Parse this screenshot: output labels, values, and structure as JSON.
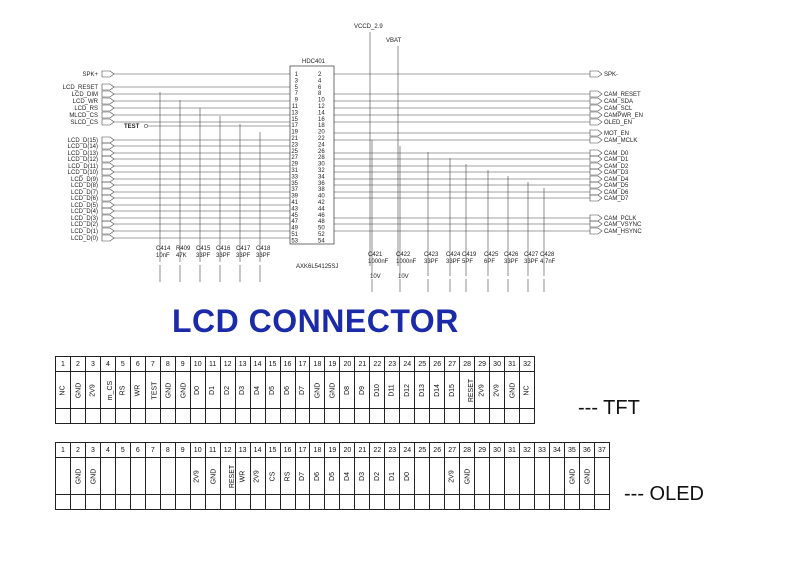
{
  "schematic": {
    "connector": {
      "ref": "HDC401",
      "part": "AXK6L54125SJ"
    },
    "rails": [
      "VCCD_2.9",
      "VBAT"
    ],
    "test_label": "TEST",
    "left_nets": [
      "SPK+",
      "LCD_RESET",
      "LCD_DIM",
      "LCD_WR",
      "LCD_RS",
      "MLCD_CS",
      "SLCD_CS",
      "LCD_D(15)",
      "LCD_D(14)",
      "LCD_D(13)",
      "LCD_D(12)",
      "LCD_D(11)",
      "LCD_D(10)",
      "LCD_D(9)",
      "LCD_D(8)",
      "LCD_D(7)",
      "LCD_D(6)",
      "LCD_D(5)",
      "LCD_D(4)",
      "LCD_D(3)",
      "LCD_D(2)",
      "LCD_D(1)",
      "LCD_D(0)"
    ],
    "right_nets": [
      "SPK-",
      "CAM_RESET",
      "CAM_SDA",
      "CAM_SCL",
      "CAMPWR_EN",
      "OLED_EN",
      "MOT_EN",
      "CAM_MCLK",
      "CAM_D0",
      "CAM_D1",
      "CAM_D2",
      "CAM_D3",
      "CAM_D4",
      "CAM_D5",
      "CAM_D6",
      "CAM_D7",
      "CAM_PCLK",
      "CAM_VSYNC",
      "CAM_HSYNC"
    ],
    "left_pins": [
      "1",
      "3",
      "5",
      "7",
      "9",
      "11",
      "13",
      "15",
      "17",
      "19",
      "21",
      "23",
      "25",
      "27",
      "29",
      "31",
      "33",
      "35",
      "37",
      "39",
      "41",
      "43",
      "45",
      "47",
      "49",
      "51",
      "53"
    ],
    "right_pins": [
      "2",
      "4",
      "6",
      "8",
      "10",
      "12",
      "14",
      "16",
      "18",
      "20",
      "22",
      "24",
      "26",
      "28",
      "30",
      "32",
      "34",
      "36",
      "38",
      "40",
      "42",
      "44",
      "46",
      "48",
      "50",
      "52",
      "54"
    ],
    "components_left": [
      {
        "ref": "C414",
        "value": "10nF"
      },
      {
        "ref": "R409",
        "value": "47K"
      },
      {
        "ref": "C415",
        "value": "33PF"
      },
      {
        "ref": "C416",
        "value": "33PF"
      },
      {
        "ref": "C417",
        "value": "33PF"
      },
      {
        "ref": "C418",
        "value": "33PF"
      }
    ],
    "components_right": [
      {
        "ref": "C421",
        "value": "1000nF",
        "rating": "10V"
      },
      {
        "ref": "C422",
        "value": "1000nF",
        "rating": "10V"
      },
      {
        "ref": "C423",
        "value": "33PF"
      },
      {
        "ref": "C424",
        "value": "33PF"
      },
      {
        "ref": "C419",
        "value": "5PF"
      },
      {
        "ref": "C425",
        "value": "6PF"
      },
      {
        "ref": "C426",
        "value": "33PF"
      },
      {
        "ref": "C427",
        "value": "33PF"
      },
      {
        "ref": "C428",
        "value": "4.7nF"
      }
    ]
  },
  "title": "LCD CONNECTOR",
  "tft": {
    "label": "---  TFT",
    "pins": [
      "1",
      "2",
      "3",
      "4",
      "5",
      "6",
      "7",
      "8",
      "9",
      "10",
      "11",
      "12",
      "13",
      "14",
      "15",
      "16",
      "17",
      "18",
      "19",
      "20",
      "21",
      "22",
      "23",
      "24",
      "25",
      "26",
      "27",
      "28",
      "29",
      "30",
      "31",
      "32"
    ],
    "signals": [
      "NC",
      "GND",
      "2V9",
      "m_CS",
      "RS",
      "WR",
      "TEST",
      "GND",
      "GND",
      "D0",
      "D1",
      "D2",
      "D3",
      "D4",
      "D5",
      "D6",
      "D7",
      "GND",
      "GND",
      "D8",
      "D9",
      "D10",
      "D11",
      "D12",
      "D13",
      "D14",
      "D15",
      "RESET",
      "2V9",
      "2V9",
      "GND",
      "NC"
    ]
  },
  "oled": {
    "label": "--- OLED",
    "pins": [
      "1",
      "2",
      "3",
      "4",
      "5",
      "6",
      "7",
      "8",
      "9",
      "10",
      "11",
      "12",
      "13",
      "14",
      "15",
      "16",
      "17",
      "18",
      "19",
      "20",
      "21",
      "22",
      "23",
      "24",
      "25",
      "26",
      "27",
      "28",
      "29",
      "30",
      "31",
      "32",
      "33",
      "34",
      "35",
      "36",
      "37"
    ],
    "signals": [
      "",
      "GND",
      "GND",
      "",
      "",
      "",
      "",
      "",
      "",
      "2V9",
      "GND",
      "RESET",
      "WR",
      "2V9",
      "CS",
      "RS",
      "D7",
      "D6",
      "D5",
      "D4",
      "D3",
      "D2",
      "D1",
      "D0",
      "",
      "",
      "2V9",
      "GND",
      "",
      "",
      "",
      "",
      "",
      "",
      "GND",
      "GND",
      ""
    ]
  }
}
